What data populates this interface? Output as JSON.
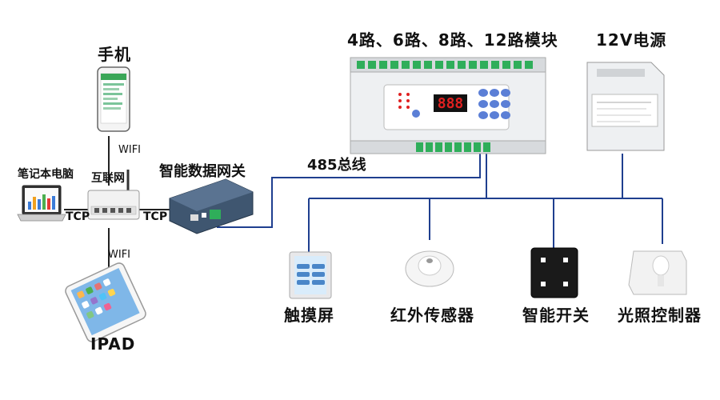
{
  "labels": {
    "phone": "手机",
    "wifi_top": "WIFI",
    "laptop": "笔记本电脑",
    "internet": "互联网",
    "tcp_left": "TCP",
    "tcp_right": "TCP",
    "gateway": "智能数据网关",
    "wifi_bottom": "WIFI",
    "ipad": "IPAD",
    "bus": "485总线",
    "module": "4路、6路、8路、12路模块",
    "power": "12V电源",
    "touchscreen": "触摸屏",
    "infrared": "红外传感器",
    "smart_switch": "智能开关",
    "light_controller": "光照控制器"
  },
  "module_display": "888",
  "colors": {
    "bus_line": "#1f3f8f",
    "wire": "#222222",
    "terminal_green": "#2fae5a",
    "module_body": "#eef0f2",
    "button_blue": "#5b7fd6",
    "display_red": "#e02020"
  }
}
